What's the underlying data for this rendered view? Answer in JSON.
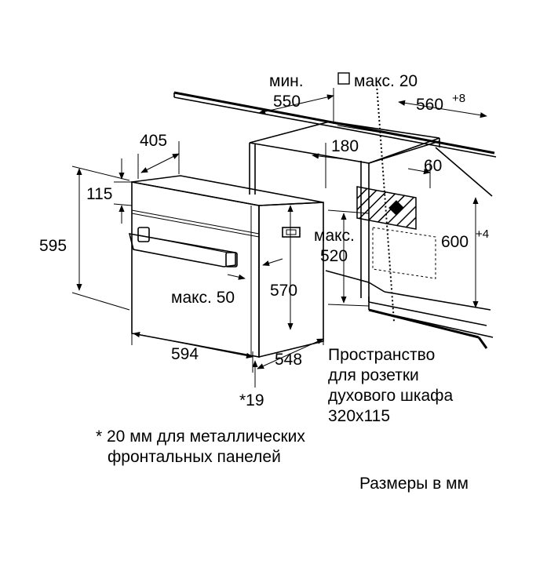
{
  "dimensions": {
    "min_label": "мин.",
    "min_550": "550",
    "max_20": "макс. 20",
    "d_560": "560",
    "d_560_tol": "+8",
    "d_405": "405",
    "d_180": "180",
    "d_60": "60",
    "d_115": "115",
    "d_595": "595",
    "max_520_label": "макс.",
    "max_520": "520",
    "d_600": "600",
    "d_600_tol": "+4",
    "max_50": "макс. 50",
    "d_570": "570",
    "d_594": "594",
    "d_548": "548",
    "d_19": "*19"
  },
  "socket_note": [
    "Пространство",
    "для розетки",
    "духового шкафа",
    "320x115"
  ],
  "footnote": [
    "* 20 мм для металлических",
    "фронтальных панелей"
  ],
  "units_note": "Размеры в мм"
}
